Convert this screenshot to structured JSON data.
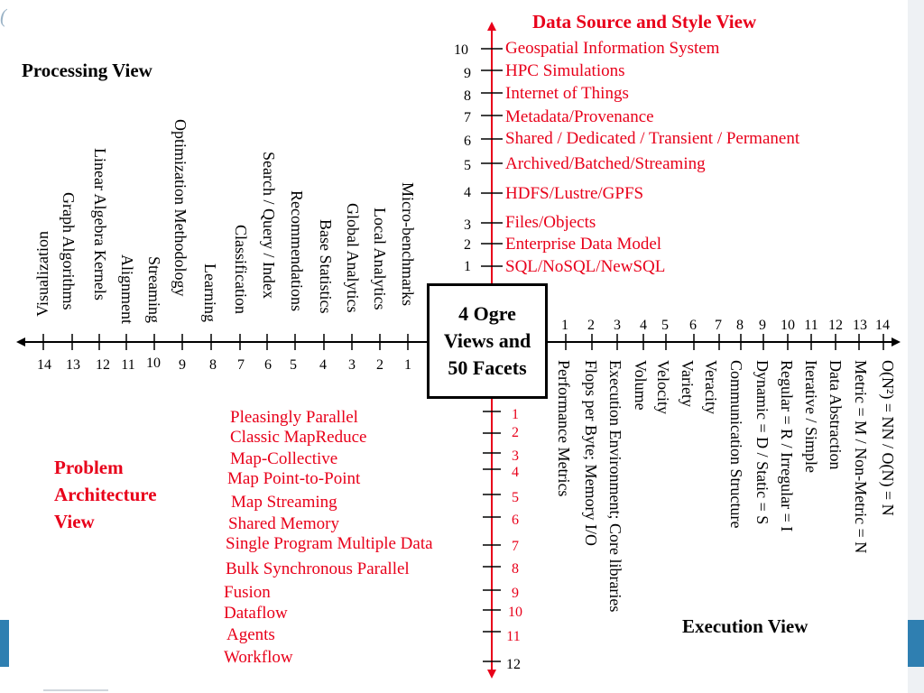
{
  "headings": {
    "data_source": "Data Source and Style View",
    "processing": "Processing View",
    "problem_architecture": [
      "Problem",
      "Architecture",
      "View"
    ],
    "execution": "Execution View"
  },
  "center_box": [
    "4 Ogre",
    "Views and",
    "50 Facets"
  ],
  "data_source_items": [
    {
      "num": "10",
      "label": "Geospatial Information System"
    },
    {
      "num": "9",
      "label": "HPC Simulations"
    },
    {
      "num": "8",
      "label": "Internet of Things"
    },
    {
      "num": "7",
      "label": "Metadata/Provenance"
    },
    {
      "num": "6",
      "label": "Shared / Dedicated / Transient / Permanent"
    },
    {
      "num": "5",
      "label": "Archived/Batched/Streaming"
    },
    {
      "num": "4",
      "label": "HDFS/Lustre/GPFS"
    },
    {
      "num": "3",
      "label": "Files/Objects"
    },
    {
      "num": "2",
      "label": "Enterprise Data Model"
    },
    {
      "num": "1",
      "label": "SQL/NoSQL/NewSQL"
    }
  ],
  "processing_items": [
    {
      "num": "14",
      "label": "Visualization"
    },
    {
      "num": "13",
      "label": "Graph Algorithms"
    },
    {
      "num": "12",
      "label": "Linear Algebra Kernels"
    },
    {
      "num": "11",
      "label": "Alignment"
    },
    {
      "num": "10",
      "label": "Streaming"
    },
    {
      "num": "9",
      "label": "Optimization Methodology"
    },
    {
      "num": "8",
      "label": "Learning"
    },
    {
      "num": "7",
      "label": "Classification"
    },
    {
      "num": "6",
      "label": "Search / Query / Index"
    },
    {
      "num": "5",
      "label": "Recommendations"
    },
    {
      "num": "4",
      "label": "Base Statistics"
    },
    {
      "num": "3",
      "label": "Global Analytics"
    },
    {
      "num": "2",
      "label": "Local Analytics"
    },
    {
      "num": "1",
      "label": "Micro-benchmarks"
    }
  ],
  "execution_items": [
    {
      "num": "1",
      "label": "Performance Metrics"
    },
    {
      "num": "2",
      "label": "Flops per Byte; Memory I/O"
    },
    {
      "num": "3",
      "label": "Execution Environment; Core libraries"
    },
    {
      "num": "4",
      "label": "Volume"
    },
    {
      "num": "5",
      "label": "Velocity"
    },
    {
      "num": "6",
      "label": "Variety"
    },
    {
      "num": "7",
      "label": "Veracity"
    },
    {
      "num": "8",
      "label": "Communication Structure"
    },
    {
      "num": "9",
      "label": "Dynamic = D / Static = S"
    },
    {
      "num": "10",
      "label": "Regular = R / Irregular = I"
    },
    {
      "num": "11",
      "label": "Iterative / Simple"
    },
    {
      "num": "12",
      "label": "Data Abstraction"
    },
    {
      "num": "13",
      "label": "Metric = M / Non-Metric = N"
    },
    {
      "num": "14",
      "label": "O(N²) = NN / O(N) = N"
    }
  ],
  "problem_architecture_items": [
    {
      "num": "1",
      "label": "Pleasingly Parallel"
    },
    {
      "num": "2",
      "label": "Classic MapReduce"
    },
    {
      "num": "3",
      "label": "Map-Collective"
    },
    {
      "num": "4",
      "label": "Map Point-to-Point"
    },
    {
      "num": "5",
      "label": "Map Streaming"
    },
    {
      "num": "6",
      "label": "Shared Memory"
    },
    {
      "num": "7",
      "label": "Single Program Multiple Data"
    },
    {
      "num": "8",
      "label": "Bulk Synchronous Parallel"
    },
    {
      "num": "9",
      "label": "Fusion"
    },
    {
      "num": "10",
      "label": "Dataflow"
    },
    {
      "num": "11",
      "label": "Agents"
    },
    {
      "num": "12",
      "label": "Workflow"
    }
  ],
  "colors": {
    "red": "#e8001a",
    "black": "#000000",
    "slide_blue": "#2f7fb1"
  }
}
